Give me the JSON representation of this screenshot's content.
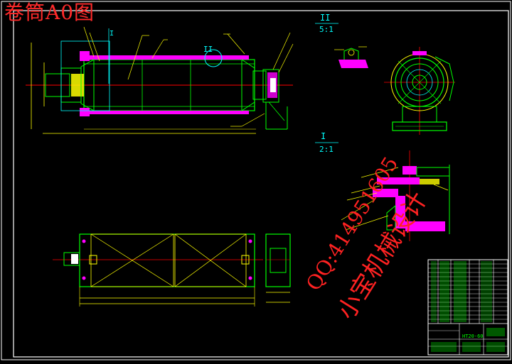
{
  "drawing": {
    "title": "卷筒A0图",
    "watermark_qq": "QQ:414951605",
    "watermark_name": "小宝机械设计"
  },
  "views": {
    "detail_ii_label": "II",
    "detail_ii_scale": "5:1",
    "detail_i_label": "I",
    "detail_i_scale": "2:1",
    "callout_i": "I",
    "callout_ii": "II"
  },
  "title_block": {
    "drawing_no": "HT20-60"
  },
  "colors": {
    "background": "#000000",
    "border": "#ffffff",
    "outline": "#00ff00",
    "center_line": "#ff0000",
    "dimension": "#ffff00",
    "hatch": "#ff00ff",
    "hidden": "#00ffff",
    "title_text": "#ff2a2a"
  }
}
